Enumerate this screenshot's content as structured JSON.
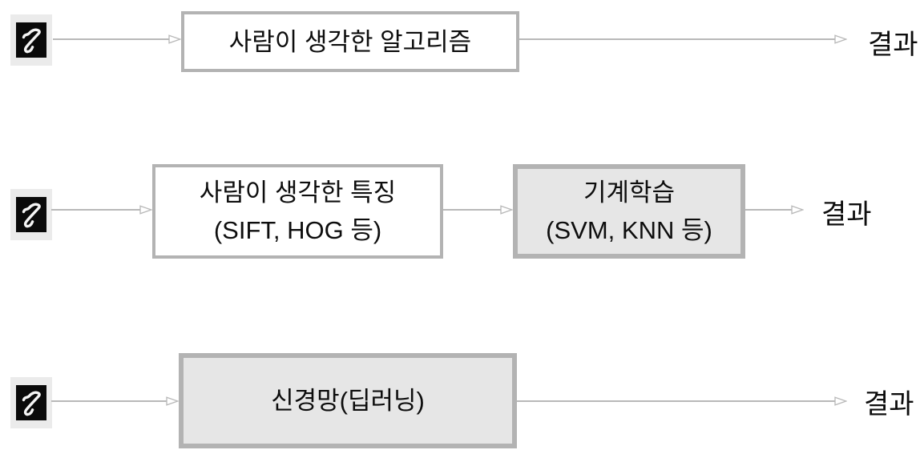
{
  "diagram": {
    "description": "Three approaches to recognizing a handwritten digit 5",
    "colors": {
      "box_border": "#b3b3b3",
      "box_fill_white": "#ffffff",
      "box_fill_gray": "#e6e6e6",
      "arrow": "#b8b8b8",
      "digit_tile_bg": "#ebebeb",
      "digit_bg": "#0a0a0a",
      "digit_stroke": "#f5f5f5",
      "text": "#0d0d0d"
    },
    "rows": [
      {
        "input_icon": "handwritten-digit-5",
        "boxes": [
          {
            "variant": "white",
            "lines": [
              "사람이 생각한 알고리즘"
            ]
          }
        ],
        "result_label": "결과"
      },
      {
        "input_icon": "handwritten-digit-5",
        "boxes": [
          {
            "variant": "white",
            "lines": [
              "사람이 생각한 특징",
              "(SIFT, HOG 등)"
            ]
          },
          {
            "variant": "gray",
            "lines": [
              "기계학습",
              "(SVM, KNN 등)"
            ]
          }
        ],
        "result_label": "결과"
      },
      {
        "input_icon": "handwritten-digit-5",
        "boxes": [
          {
            "variant": "gray",
            "lines": [
              "신경망(딥러닝)"
            ]
          }
        ],
        "result_label": "결과"
      }
    ]
  }
}
